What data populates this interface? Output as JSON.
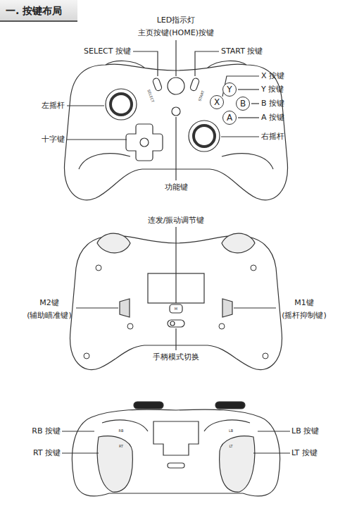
{
  "diagram": {
    "title": "一. 按键布局",
    "nodes": [
      {
        "text": [
          "X"
        ]
      },
      {
        "text": [
          "Y"
        ]
      },
      {
        "text": [
          "B"
        ]
      },
      {
        "text": [
          "A"
        ]
      }
    ],
    "labels": [
      "LED指示灯",
      "主页按键(HOME)按键",
      "SELECT 按键",
      "START 按键",
      "X 按键",
      "Y 按键",
      "B 按键",
      "A 按键",
      "右摇杆",
      "左摇杆",
      "十字键",
      "功能键",
      "连发/振动调节键",
      "M2键",
      "(辅助瞄准键)",
      "M1键",
      "(摇杆抑制键)",
      "手柄模式切换",
      "RB 按键",
      "RT 按键",
      "LB 按键",
      "LT 按键",
      "SELECT",
      "START",
      "M",
      "RB",
      "LB",
      "RT",
      "LT"
    ]
  }
}
